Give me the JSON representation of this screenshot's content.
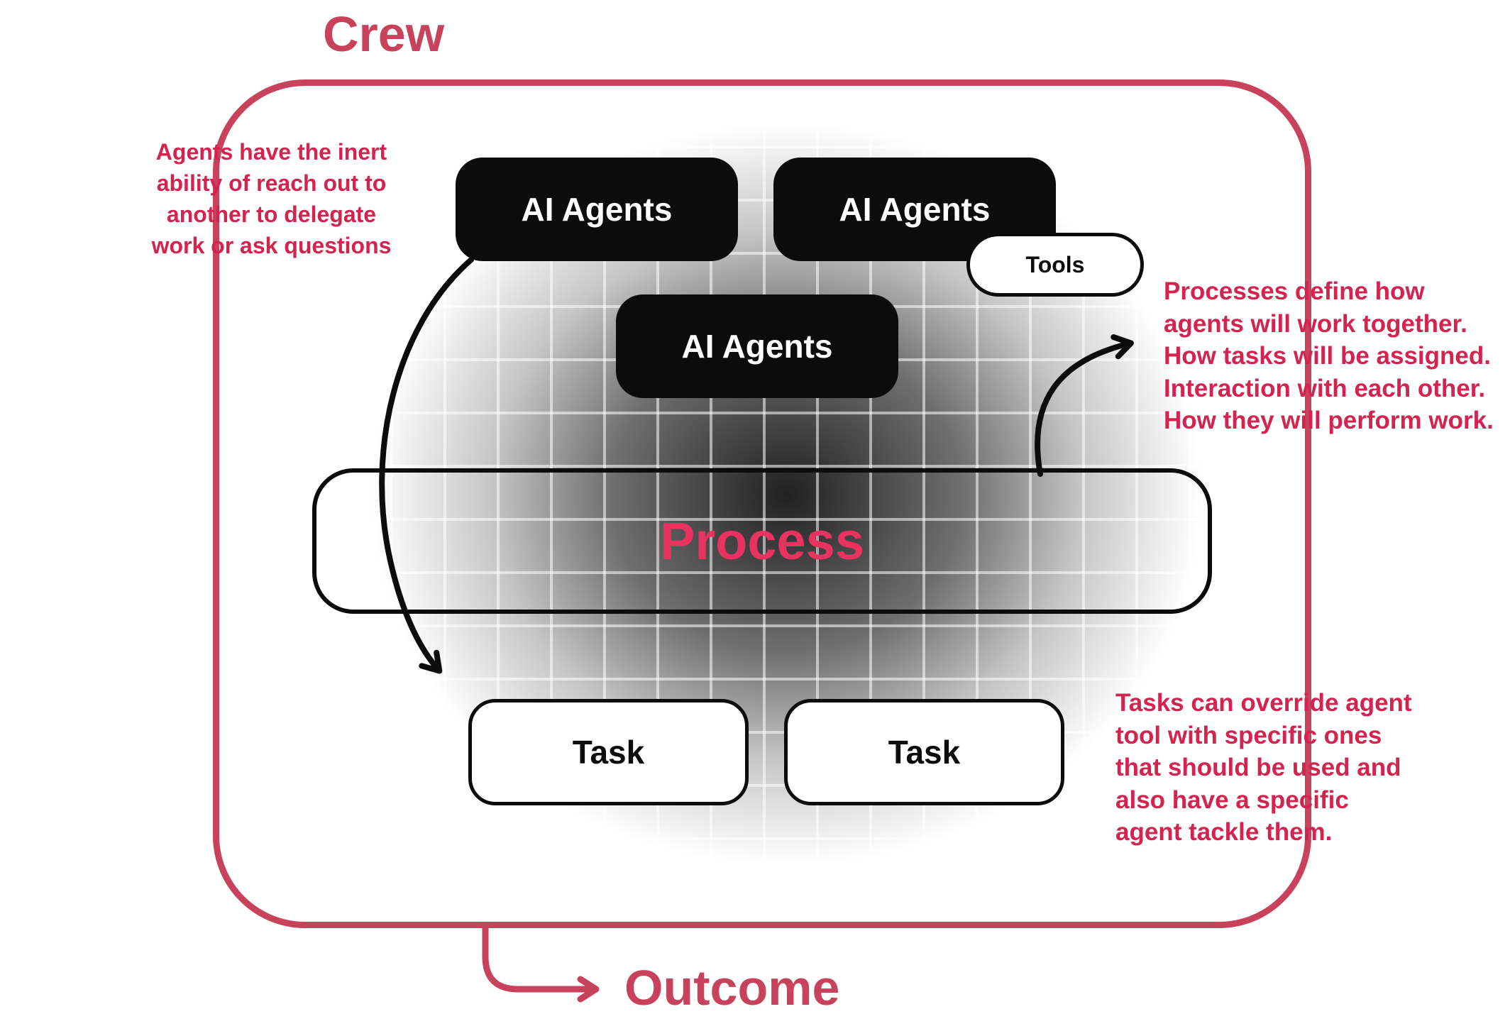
{
  "colors": {
    "accent_red": "#c8425c",
    "note_red": "#d32450",
    "process_red": "#e8325f",
    "box_black": "#0c0c0c"
  },
  "diagram": {
    "crew_label": "Crew",
    "outcome_label": "Outcome",
    "agents": [
      {
        "label": "AI Agents"
      },
      {
        "label": "AI Agents"
      },
      {
        "label": "AI Agents"
      }
    ],
    "tools_label": "Tools",
    "process_label": "Process",
    "tasks": [
      {
        "label": "Task"
      },
      {
        "label": "Task"
      }
    ],
    "annotations": {
      "agents_note": "Agents have the inert\nability of reach out to\nanother to delegate\nwork or ask questions",
      "process_note": "Processes define how\nagents will work together.\nHow tasks will be assigned.\nInteraction with each other.\nHow they will perform work.",
      "tasks_note": "Tasks can override agent\ntool with specific ones\nthat should be used and\nalso have a specific\nagent tackle them."
    }
  }
}
